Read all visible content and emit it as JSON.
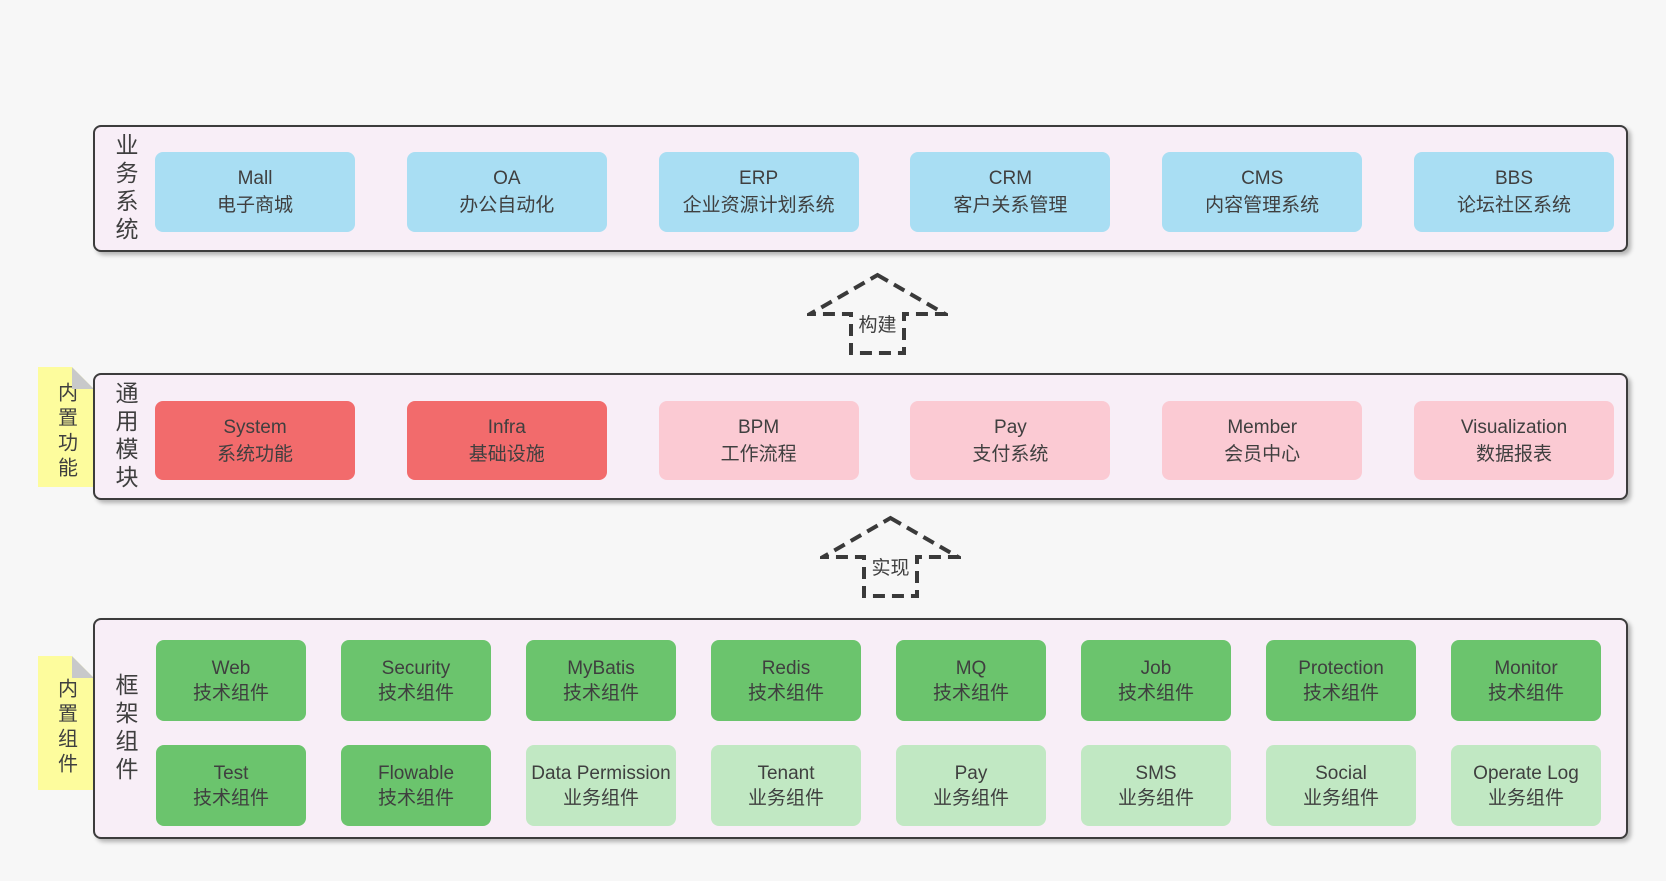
{
  "colors": {
    "blue": "#a9def3",
    "red": "#f26b6c",
    "pink": "#fbcad3",
    "green": "#6bc46d",
    "lightgreen": "#c1e8c3",
    "yellow": "#fdfc9d",
    "panel_bg": "#f8eef7",
    "page_bg": "#f7f7f7",
    "border": "#3c3c3c"
  },
  "arrows": [
    {
      "label": "构建"
    },
    {
      "label": "实现"
    }
  ],
  "sections": [
    {
      "id": "business-systems",
      "label": "业务系统",
      "sticky": null,
      "rows": [
        [
          {
            "title": "Mall",
            "subtitle": "电子商城",
            "variant": "blue"
          },
          {
            "title": "OA",
            "subtitle": "办公自动化",
            "variant": "blue"
          },
          {
            "title": "ERP",
            "subtitle": "企业资源计划系统",
            "variant": "blue"
          },
          {
            "title": "CRM",
            "subtitle": "客户关系管理",
            "variant": "blue"
          },
          {
            "title": "CMS",
            "subtitle": "内容管理系统",
            "variant": "blue"
          },
          {
            "title": "BBS",
            "subtitle": "论坛社区系统",
            "variant": "blue"
          }
        ]
      ]
    },
    {
      "id": "common-modules",
      "label": "通用模块",
      "sticky": "内置功能",
      "rows": [
        [
          {
            "title": "System",
            "subtitle": "系统功能",
            "variant": "red"
          },
          {
            "title": "Infra",
            "subtitle": "基础设施",
            "variant": "red"
          },
          {
            "title": "BPM",
            "subtitle": "工作流程",
            "variant": "pink"
          },
          {
            "title": "Pay",
            "subtitle": "支付系统",
            "variant": "pink"
          },
          {
            "title": "Member",
            "subtitle": "会员中心",
            "variant": "pink"
          },
          {
            "title": "Visualization",
            "subtitle": "数据报表",
            "variant": "pink"
          }
        ]
      ]
    },
    {
      "id": "framework-components",
      "label": "框架组件",
      "sticky": "内置组件",
      "rows": [
        [
          {
            "title": "Web",
            "subtitle": "技术组件",
            "variant": "green"
          },
          {
            "title": "Security",
            "subtitle": "技术组件",
            "variant": "green"
          },
          {
            "title": "MyBatis",
            "subtitle": "技术组件",
            "variant": "green"
          },
          {
            "title": "Redis",
            "subtitle": "技术组件",
            "variant": "green"
          },
          {
            "title": "MQ",
            "subtitle": "技术组件",
            "variant": "green"
          },
          {
            "title": "Job",
            "subtitle": "技术组件",
            "variant": "green"
          },
          {
            "title": "Protection",
            "subtitle": "技术组件",
            "variant": "green"
          },
          {
            "title": "Monitor",
            "subtitle": "技术组件",
            "variant": "green"
          }
        ],
        [
          {
            "title": "Test",
            "subtitle": "技术组件",
            "variant": "green"
          },
          {
            "title": "Flowable",
            "subtitle": "技术组件",
            "variant": "green"
          },
          {
            "title": "Data Permission",
            "subtitle": "业务组件",
            "variant": "lightgreen"
          },
          {
            "title": "Tenant",
            "subtitle": "业务组件",
            "variant": "lightgreen"
          },
          {
            "title": "Pay",
            "subtitle": "业务组件",
            "variant": "lightgreen"
          },
          {
            "title": "SMS",
            "subtitle": "业务组件",
            "variant": "lightgreen"
          },
          {
            "title": "Social",
            "subtitle": "业务组件",
            "variant": "lightgreen"
          },
          {
            "title": "Operate Log",
            "subtitle": "业务组件",
            "variant": "lightgreen"
          }
        ]
      ]
    }
  ]
}
